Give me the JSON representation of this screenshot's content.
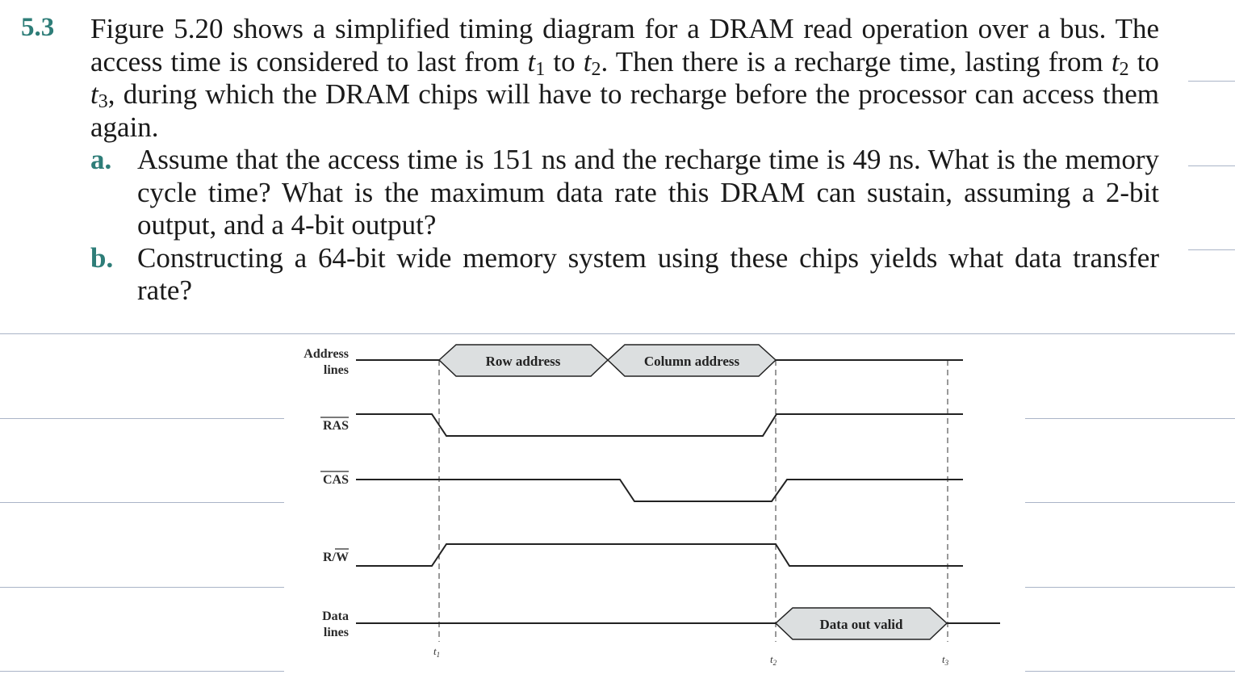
{
  "problem": {
    "number": "5.3",
    "intro": {
      "p1": "Figure 5.20 shows a simplified timing diagram for a DRAM read operation over a bus. The access time is considered to last from ",
      "t1": "t",
      "t1_sub": "1",
      "p2": " to ",
      "t2": "t",
      "t2_sub": "2",
      "p3": ". Then there is a recharge time, lasting from ",
      "t2b": "t",
      "t2b_sub": "2",
      "p4": " to ",
      "t3": "t",
      "t3_sub": "3",
      "p5": ", during which the DRAM chips will have to recharge before the processor can access them again."
    },
    "parts": [
      {
        "label": "a.",
        "text": "Assume that the access time is 151 ns and the recharge time is 49 ns. What is the memory cycle time? What is the maximum data rate this DRAM can sustain, assuming a 2-bit output, and a 4-bit output?"
      },
      {
        "label": "b.",
        "text": "Constructing a 64-bit wide memory system using these chips yields what data transfer rate?"
      }
    ]
  },
  "diagram": {
    "signals": {
      "address_line1": "Address",
      "address_line2": "lines",
      "ras": "RAS",
      "cas": "CAS",
      "rw": "R/W",
      "data_line1": "Data",
      "data_line2": "lines"
    },
    "buses": {
      "row": "Row address",
      "column": "Column address",
      "data_valid": "Data out valid"
    },
    "times": {
      "t1": "t",
      "t1_sub": "1",
      "t2": "t",
      "t2_sub": "2",
      "t3": "t",
      "t3_sub": "3"
    },
    "colors": {
      "bus_fill": "#dcdfe0",
      "line": "#222222",
      "accent": "#2e7d78",
      "rule": "#aab4c7"
    }
  }
}
